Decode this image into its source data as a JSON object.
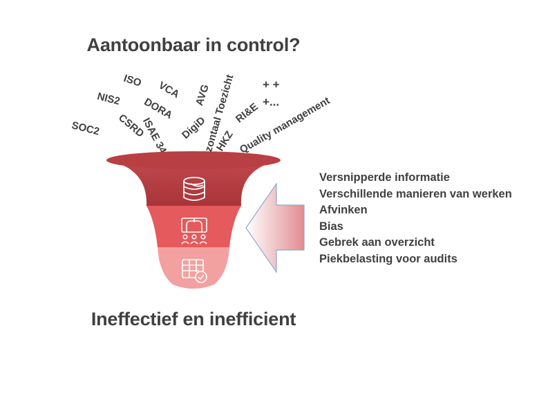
{
  "title": "Aantoonbaar in control?",
  "bottom_title": "Ineffectief en inefficient",
  "frameworks": [
    "SOC2",
    "NIS2",
    "CSRD",
    "ISO",
    "DORA",
    "ISAE 3402",
    "VCA",
    "DigiD",
    "AVG",
    "Horizontaal Toezicht",
    "HKZ",
    "RI&E",
    "Quality management",
    "+ +",
    "+..."
  ],
  "issues": [
    "Versnipperde informatie",
    "Verschillende manieren van werken",
    "Afvinken",
    "Bias",
    "Gebrek aan overzicht",
    "Piekbelasting voor audits"
  ],
  "funnel_colors": {
    "top": "#b03a3e",
    "middle": "#e55a5c",
    "bottom": "#f2a1a0"
  },
  "arrow_color": "#e08c92",
  "icons": [
    "database-icon",
    "network-people-icon",
    "checklist-table-icon"
  ]
}
